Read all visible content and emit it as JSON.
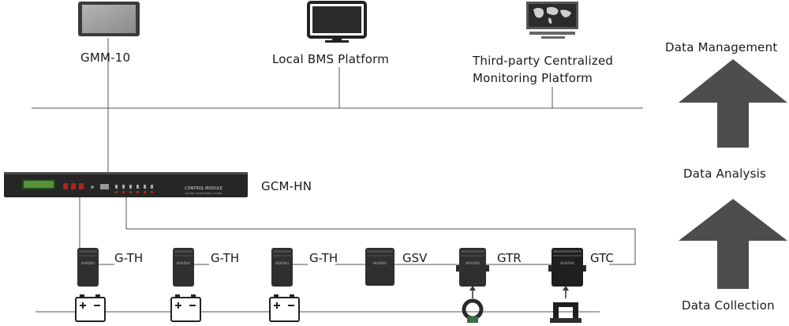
{
  "top": {
    "gmm": "GMM-10",
    "local": "Local BMS Platform",
    "third_line1": "Third-party Centralized",
    "third_line2": "Monitoring Platform"
  },
  "gcm": {
    "label": "GCM-HN",
    "faceplate_line1": "CONTROL MODULE",
    "faceplate_line2": "BATTERY MONITORING SYSTEM"
  },
  "devices": [
    {
      "label": "G-TH",
      "brand": "HUAZHU"
    },
    {
      "label": "G-TH",
      "brand": "HUAZHU"
    },
    {
      "label": "G-TH",
      "brand": "HUAZHU"
    },
    {
      "label": "GSV",
      "brand": "HUAZHU"
    },
    {
      "label": "GTR",
      "brand": "HUAZHU"
    },
    {
      "label": "GTC",
      "brand": "HUAZHU"
    }
  ],
  "stages": {
    "management": "Data Management",
    "analysis": "Data Analysis",
    "collection": "Data Collection"
  },
  "colors": {
    "arrow": "#4d4d4d",
    "wire": "#555555",
    "device": "#2f2f2f"
  }
}
